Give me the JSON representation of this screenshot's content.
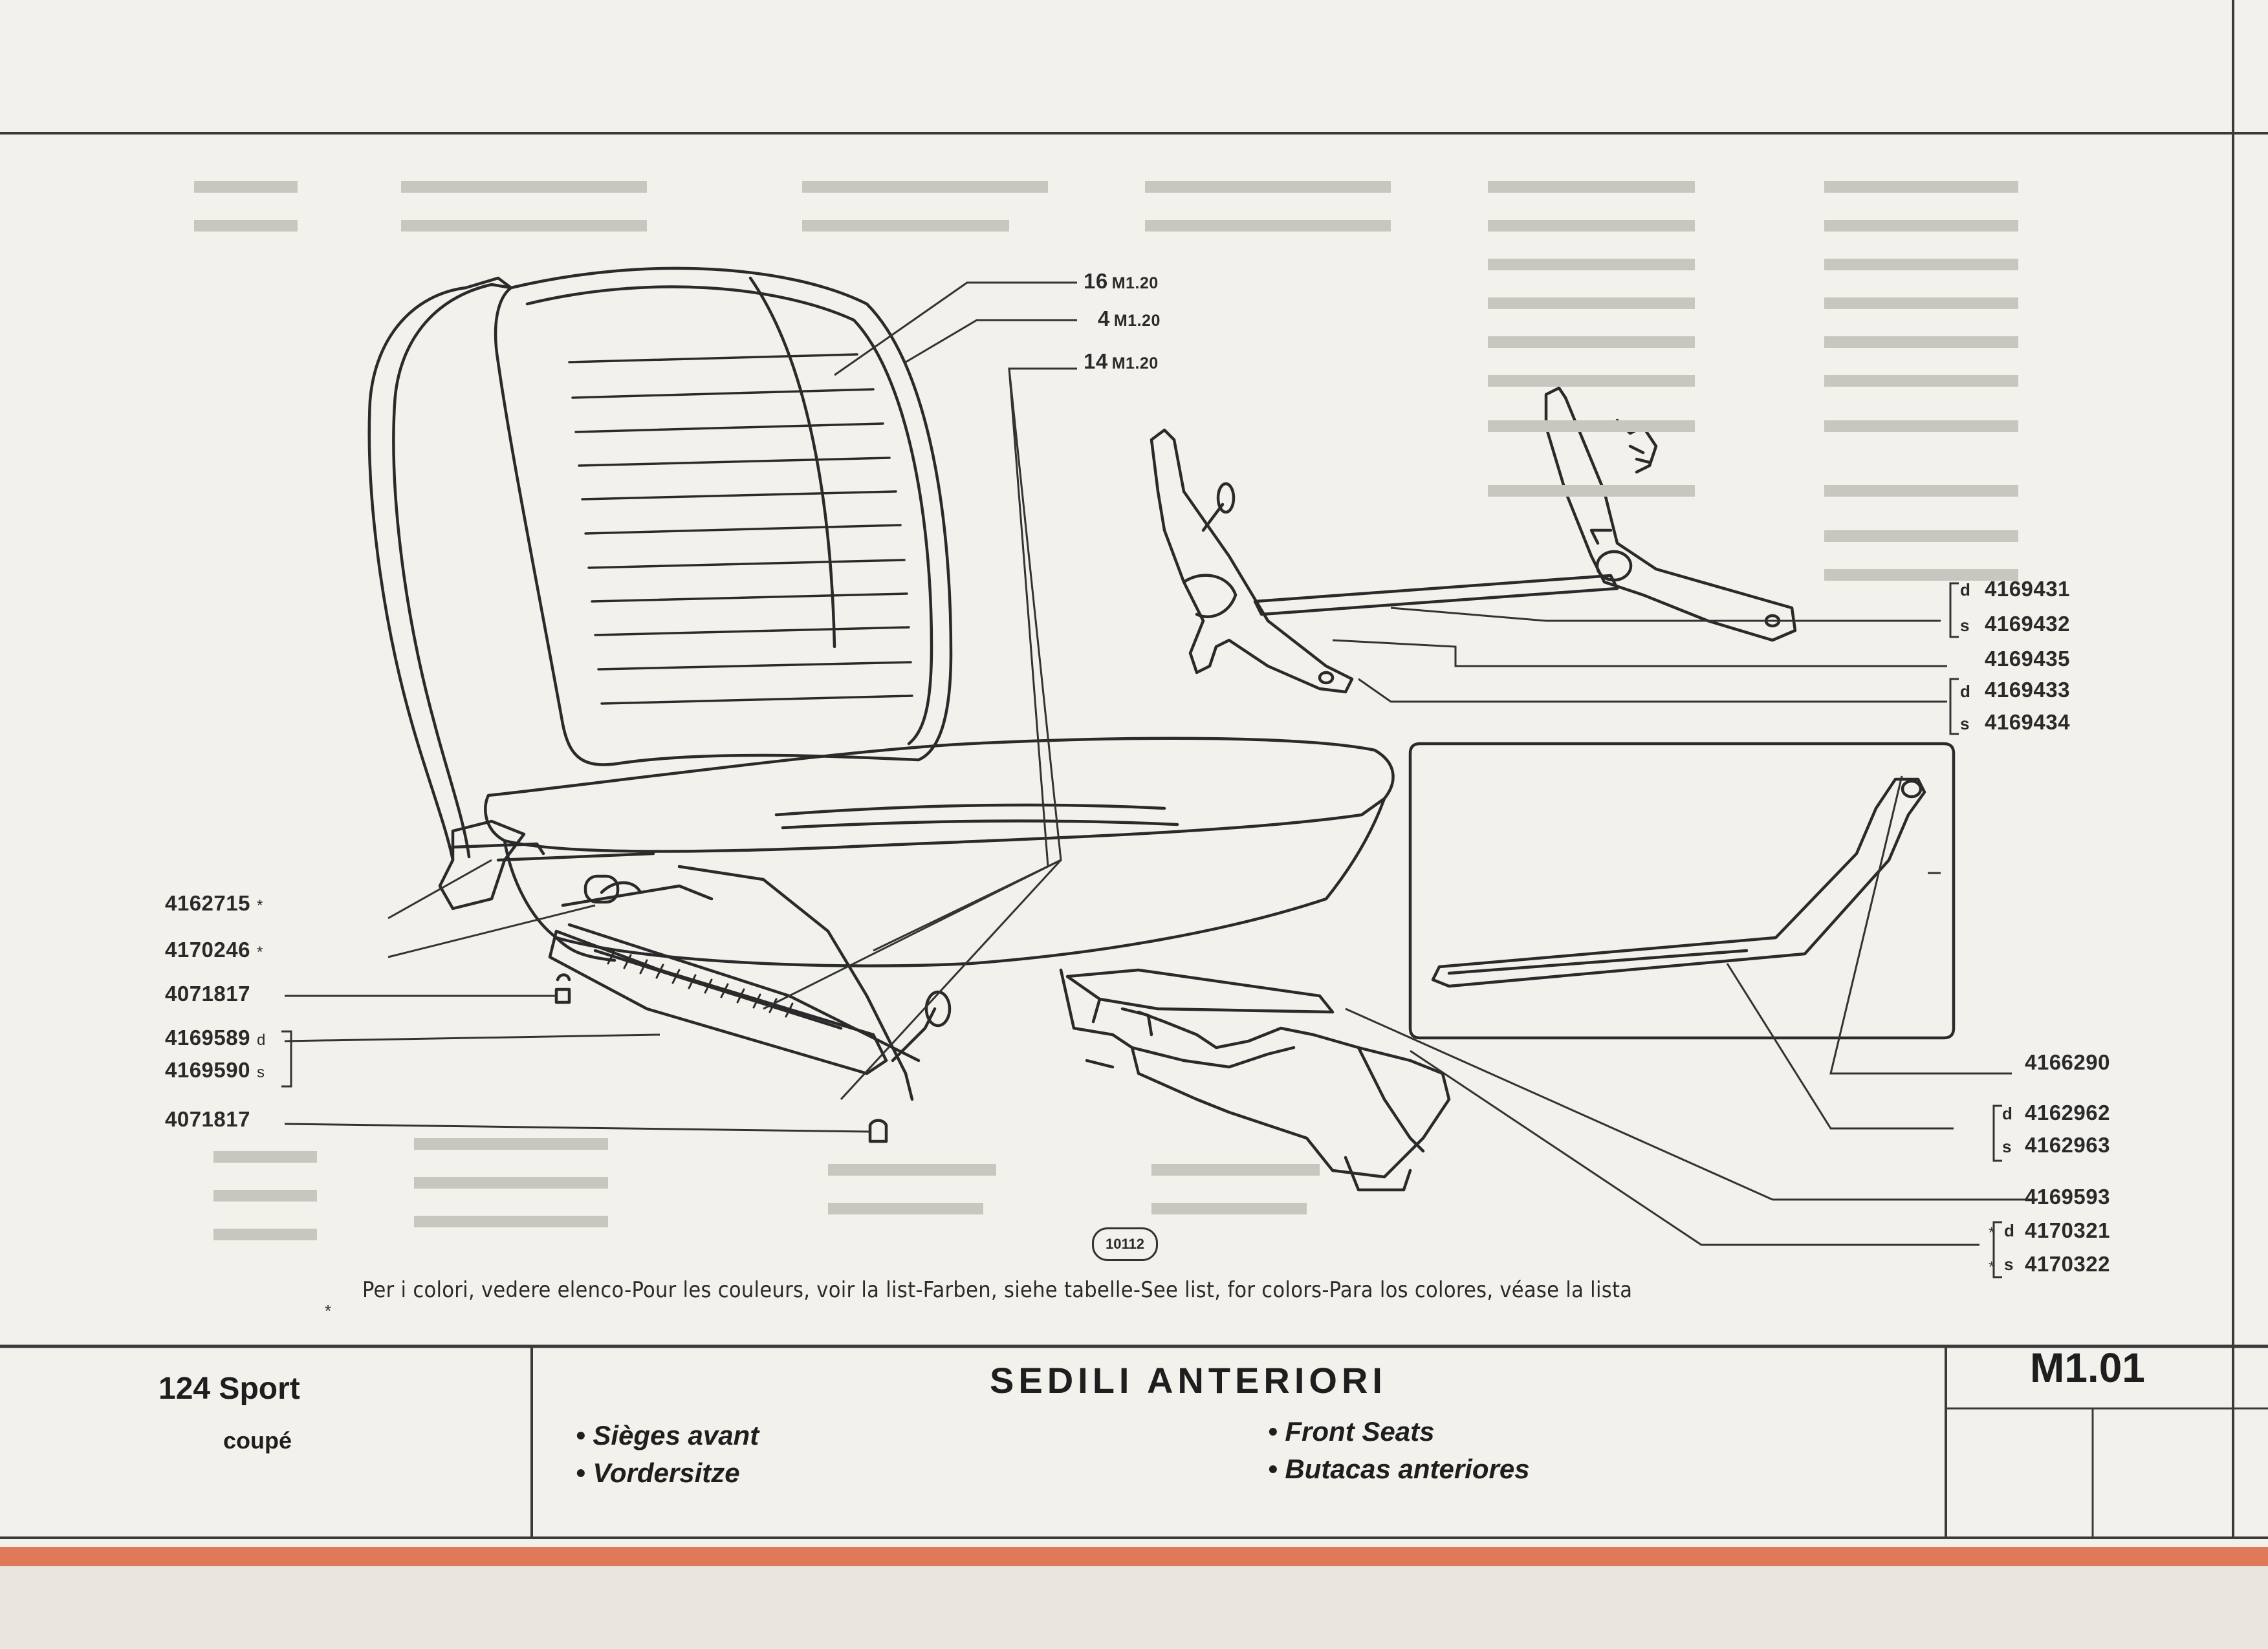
{
  "callouts_top": [
    {
      "num": "16",
      "ref": "M1.20"
    },
    {
      "num": "4",
      "ref": "M1.20"
    },
    {
      "num": "14",
      "ref": "M1.20"
    }
  ],
  "callouts_left": [
    {
      "part": "4162715",
      "mark": "*"
    },
    {
      "part": "4170246",
      "mark": "*"
    },
    {
      "part": "4071817",
      "mark": ""
    },
    {
      "part": "4169589",
      "mark": "d"
    },
    {
      "part": "4169590",
      "mark": "s"
    },
    {
      "part": "4071817",
      "mark": ""
    }
  ],
  "callouts_right": [
    {
      "part": "4169431",
      "mark": "d"
    },
    {
      "part": "4169432",
      "mark": "s"
    },
    {
      "part": "4169435",
      "mark": ""
    },
    {
      "part": "4169433",
      "mark": "d"
    },
    {
      "part": "4169434",
      "mark": "s"
    },
    {
      "part": "4166290",
      "mark": ""
    },
    {
      "part": "4162962",
      "mark": "d"
    },
    {
      "part": "4162963",
      "mark": "s"
    },
    {
      "part": "4169593",
      "mark": ""
    },
    {
      "part": "4170321",
      "mark": "d",
      "star": "*"
    },
    {
      "part": "4170322",
      "mark": "s",
      "star": "*"
    }
  ],
  "drawing_number": "10112",
  "color_note": "Per i colori, vedere elenco-Pour les couleurs, voir la list-Farben, siehe tabelle-See list, for colors-Para los colores, véase la lista",
  "color_note_mark": "*",
  "title_block": {
    "model": "124 Sport",
    "variant": "coupé",
    "title": "SEDILI ANTERIORI",
    "translations_left": [
      "Sièges avant",
      "Vordersitze"
    ],
    "translations_right": [
      "Front Seats",
      "Butacas anteriores"
    ],
    "bullet": "•",
    "code": "M1.01"
  },
  "colors": {
    "paper": "#f3f1ec",
    "ink": "#2b2b2b",
    "edge_stripe": "#d9643f"
  }
}
